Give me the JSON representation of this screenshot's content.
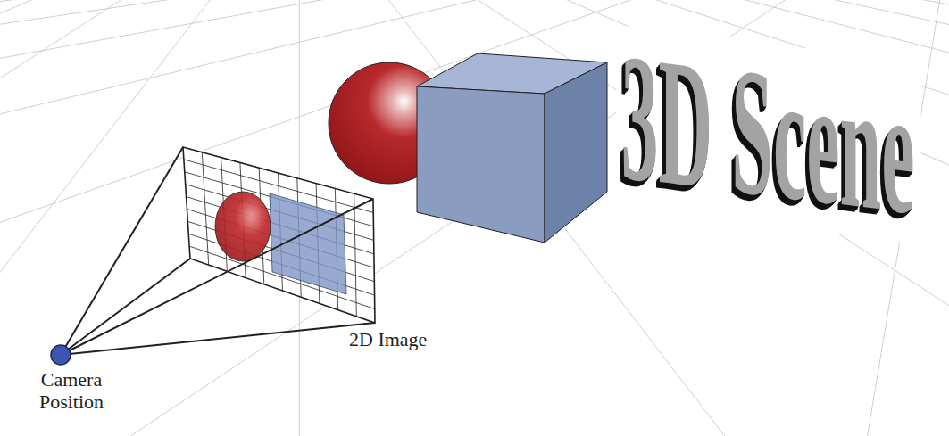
{
  "diagram": {
    "labels": [
      "3D Scene",
      "2D Image",
      "Camera Position"
    ]
  }
}
